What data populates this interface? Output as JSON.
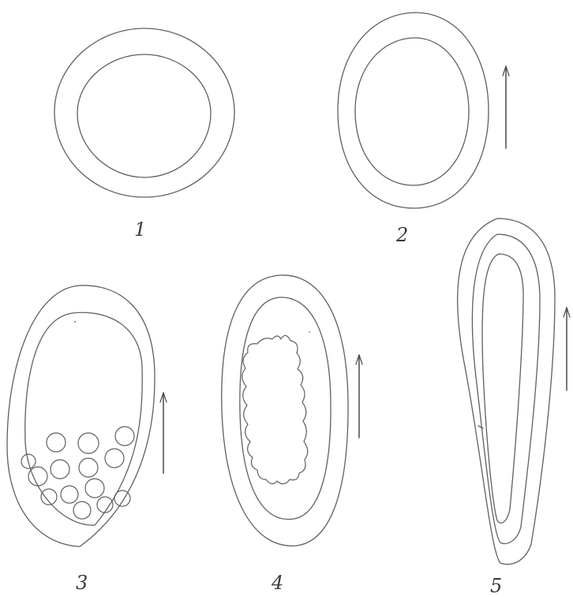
{
  "figures": [
    {
      "id": "1",
      "label": "1",
      "arrow": false
    },
    {
      "id": "2",
      "label": "2",
      "arrow": true
    },
    {
      "id": "3",
      "label": "3",
      "arrow": true
    },
    {
      "id": "4",
      "label": "4",
      "arrow": true
    },
    {
      "id": "5",
      "label": "5",
      "arrow": true
    }
  ],
  "colors": {
    "line": "#5f5f5f",
    "background": "#ffffff"
  }
}
